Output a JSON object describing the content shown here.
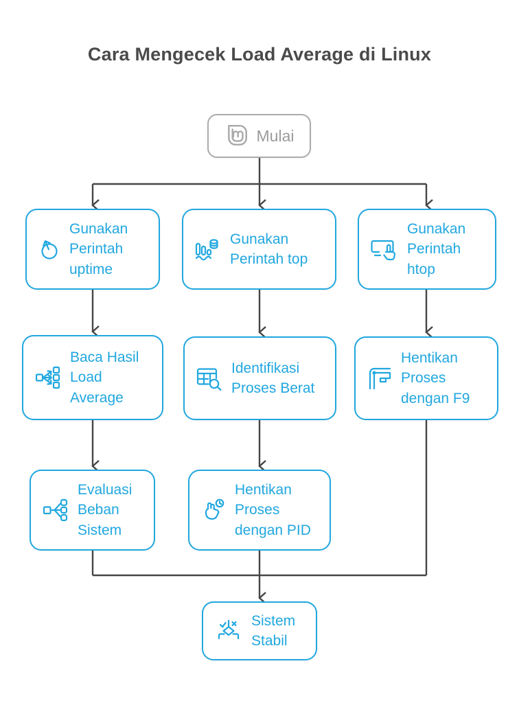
{
  "title": "Cara Mengecek Load Average di Linux",
  "colors": {
    "accent": "#21a7df",
    "connector": "#454545",
    "start_gray": "#ababab",
    "title_text": "#4a4a4a"
  },
  "flow": {
    "start": {
      "label": "Mulai",
      "icon": "linux-mint-logo"
    },
    "nodes": [
      {
        "id": "uptime",
        "label": "Gunakan\nPerintah\nuptime",
        "icon": "uptime-dial-icon"
      },
      {
        "id": "top",
        "label": "Gunakan\nPerintah top",
        "icon": "process-chart-icon"
      },
      {
        "id": "htop",
        "label": "Gunakan\nPerintah\nhtop",
        "icon": "monitor-hand-icon"
      },
      {
        "id": "baca",
        "label": "Baca Hasil\nLoad\nAverage",
        "icon": "fanout-arrows-icon"
      },
      {
        "id": "identifikasi",
        "label": "Identifikasi\nProses Berat",
        "icon": "table-search-icon"
      },
      {
        "id": "f9",
        "label": "Hentikan\nProses\ndengan F9",
        "icon": "function-key-icon"
      },
      {
        "id": "evaluasi",
        "label": "Evaluasi\nBeban\nSistem",
        "icon": "tree-branch-icon"
      },
      {
        "id": "pid",
        "label": "Hentikan\nProses\ndengan PID",
        "icon": "tap-gesture-clock-icon"
      },
      {
        "id": "stabil",
        "label": "Sistem\nStabil",
        "icon": "decision-check-icon"
      }
    ]
  }
}
